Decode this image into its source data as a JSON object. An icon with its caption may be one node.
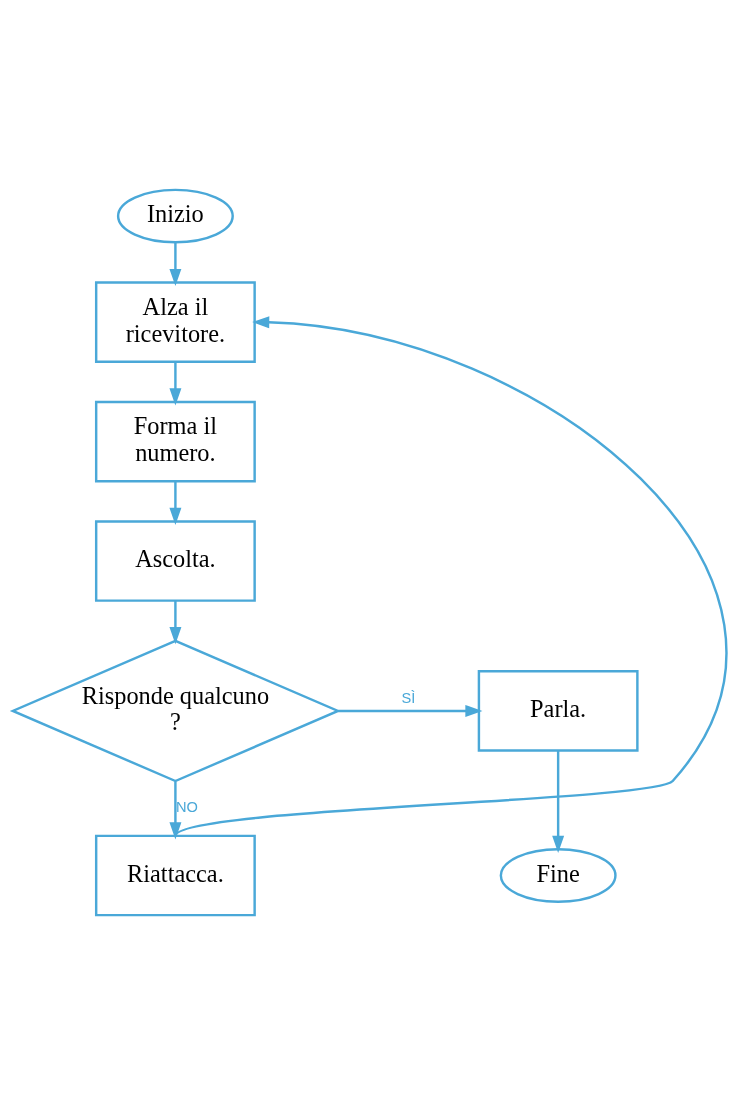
{
  "diagram": {
    "nodes": [
      {
        "text": [
          "Inizio"
        ]
      },
      {
        "text": [
          "Alza il ricevitore."
        ]
      },
      {
        "text": [
          "Forma il numero."
        ]
      },
      {
        "text": [
          "Ascolta."
        ]
      },
      {
        "text": [
          "Risponde qualcuno ?"
        ]
      },
      {
        "text": [
          "Riattacca."
        ]
      },
      {
        "text": [
          "Parla."
        ]
      },
      {
        "text": [
          "Fine"
        ]
      }
    ],
    "edges": [
      {
        "from": 0,
        "to": 1,
        "arrow": "to"
      },
      {
        "from": 1,
        "to": 2,
        "arrow": "to"
      },
      {
        "from": 2,
        "to": 3,
        "arrow": "to"
      },
      {
        "from": 3,
        "to": 4,
        "arrow": "to"
      },
      {
        "from": 4,
        "to": 5,
        "arrow": "to",
        "label": "NO"
      },
      {
        "from": 5,
        "to": 1,
        "arrow": "to"
      },
      {
        "from": 4,
        "to": 6,
        "arrow": "to",
        "label": "SÌ"
      },
      {
        "from": 6,
        "to": 7,
        "arrow": "to"
      }
    ]
  }
}
